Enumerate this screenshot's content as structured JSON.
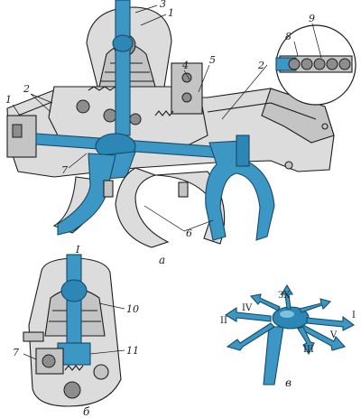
{
  "view_captions": {
    "main": "а",
    "lever_section": "б",
    "shift_pattern": "в"
  },
  "callouts_main": {
    "n1_top": "1",
    "n1_left": "1",
    "n2_left": "2",
    "n2_detail": "2",
    "n3": "3",
    "n4": "4",
    "n5": "5",
    "n6": "6",
    "n7": "7",
    "n8": "8",
    "n9": "9"
  },
  "callouts_section": {
    "n1": "I",
    "n7": "7",
    "n10": "10",
    "n11": "11"
  },
  "gear_positions": {
    "first": "I",
    "second": "II",
    "third": "III",
    "fourth": "IV",
    "fifth": "V",
    "reverse": "ЗХ"
  },
  "colors": {
    "highlight_blue": "#3c97c4",
    "metal": "#dcdcdc",
    "ink": "#1d1d1d"
  }
}
